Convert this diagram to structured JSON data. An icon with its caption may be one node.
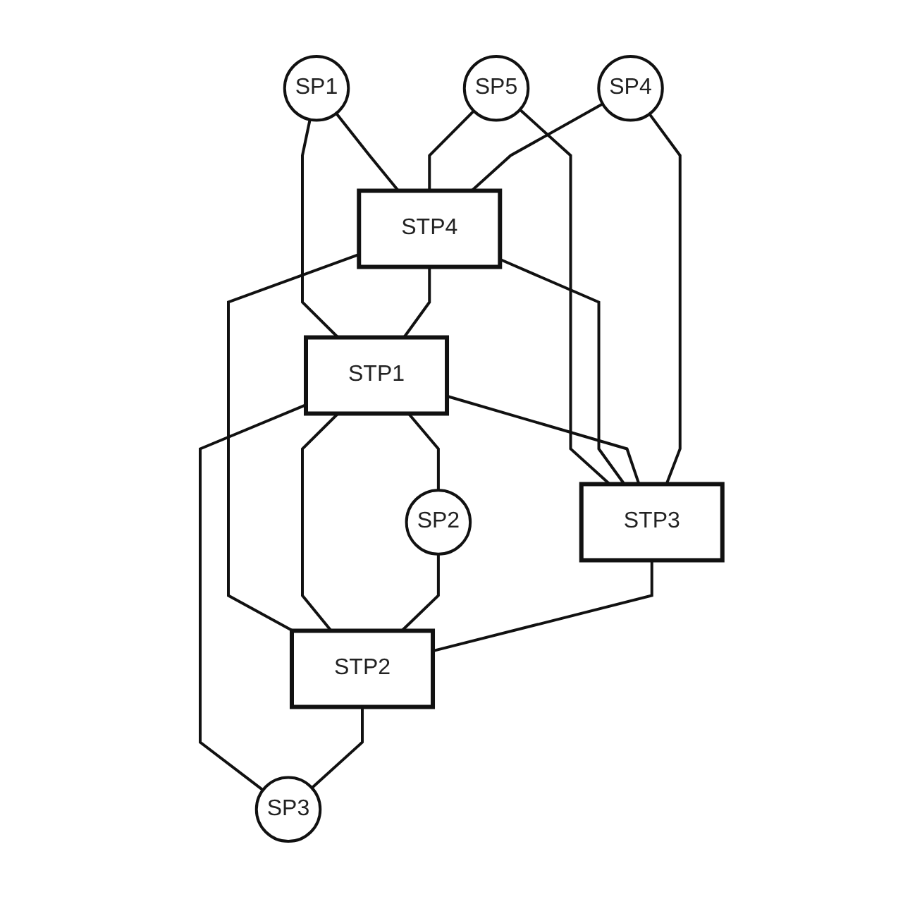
{
  "diagram": {
    "nodes": [
      {
        "text": [
          "SP1"
        ]
      },
      {
        "text": [
          "SP5"
        ]
      },
      {
        "text": [
          "STP4"
        ]
      },
      {
        "text": [
          "STP1"
        ]
      },
      {
        "text": [
          "SP2"
        ]
      },
      {
        "text": [
          "STP3"
        ]
      },
      {
        "text": [
          "STP2"
        ]
      },
      {
        "text": [
          "SP4"
        ]
      },
      {
        "text": [
          "SP3"
        ]
      }
    ],
    "edges": [
      {
        "from": 0,
        "to": 2,
        "arrow": "none"
      },
      {
        "from": 0,
        "to": 3,
        "arrow": "none"
      },
      {
        "from": 1,
        "to": 2,
        "arrow": "none"
      },
      {
        "from": 1,
        "to": 5,
        "arrow": "none"
      },
      {
        "from": 2,
        "to": 3,
        "arrow": "none"
      },
      {
        "from": 3,
        "to": 4,
        "arrow": "none"
      },
      {
        "from": 2,
        "to": 5,
        "arrow": "none"
      },
      {
        "from": 2,
        "to": 6,
        "arrow": "none"
      },
      {
        "from": 3,
        "to": 5,
        "arrow": "none"
      },
      {
        "from": 3,
        "to": 6,
        "arrow": "none"
      },
      {
        "from": 4,
        "to": 6,
        "arrow": "none"
      },
      {
        "from": 5,
        "to": 6,
        "arrow": "none"
      },
      {
        "from": 7,
        "to": 2,
        "arrow": "none"
      },
      {
        "from": 7,
        "to": 5,
        "arrow": "none"
      },
      {
        "from": 3,
        "to": 8,
        "arrow": "none"
      },
      {
        "from": 6,
        "to": 8,
        "arrow": "none"
      }
    ]
  }
}
